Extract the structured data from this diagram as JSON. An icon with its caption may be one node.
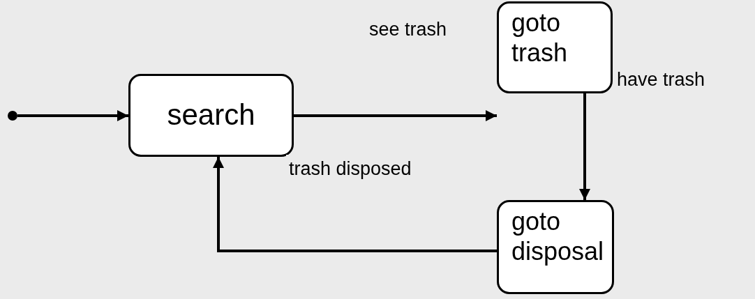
{
  "diagram": {
    "nodes": [
      {
        "text": [],
        "shape": "circle"
      },
      {
        "text": [
          "search"
        ]
      },
      {
        "text": [
          "goto trash"
        ]
      },
      {
        "text": [
          "goto disposal"
        ]
      }
    ],
    "edges": [
      {
        "from": 0,
        "to": 1,
        "arrow": "to"
      },
      {
        "from": 1,
        "to": 2,
        "arrow": "to",
        "label": "see trash"
      },
      {
        "from": 2,
        "to": 3,
        "arrow": "to",
        "label": "have trash"
      },
      {
        "from": 3,
        "to": 1,
        "arrow": "to",
        "label": "trash disposed"
      }
    ]
  }
}
